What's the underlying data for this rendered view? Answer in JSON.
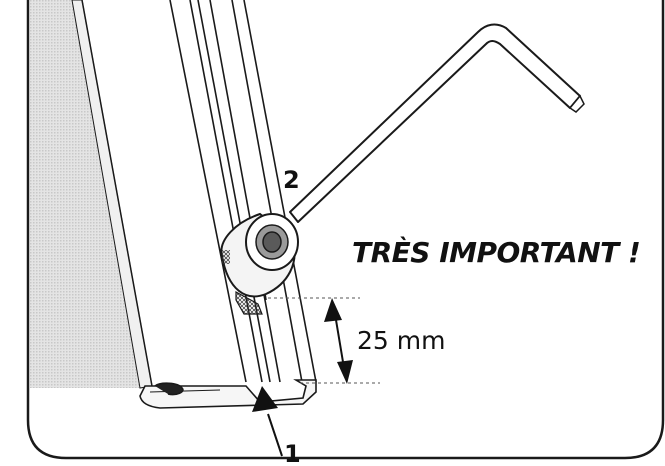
{
  "callouts": {
    "one": "1",
    "two": "2"
  },
  "warning": {
    "text": "TRÈS IMPORTANT !"
  },
  "dimension": {
    "text": "25 mm"
  },
  "colors": {
    "frame": "#1a1a1a",
    "mesh": "#d8d8d8",
    "panel": "#f2f2f2",
    "knob_ring": "#888888"
  },
  "icons": {
    "hex_key": "hex-key-icon",
    "knob": "adjustment-knob-icon"
  }
}
